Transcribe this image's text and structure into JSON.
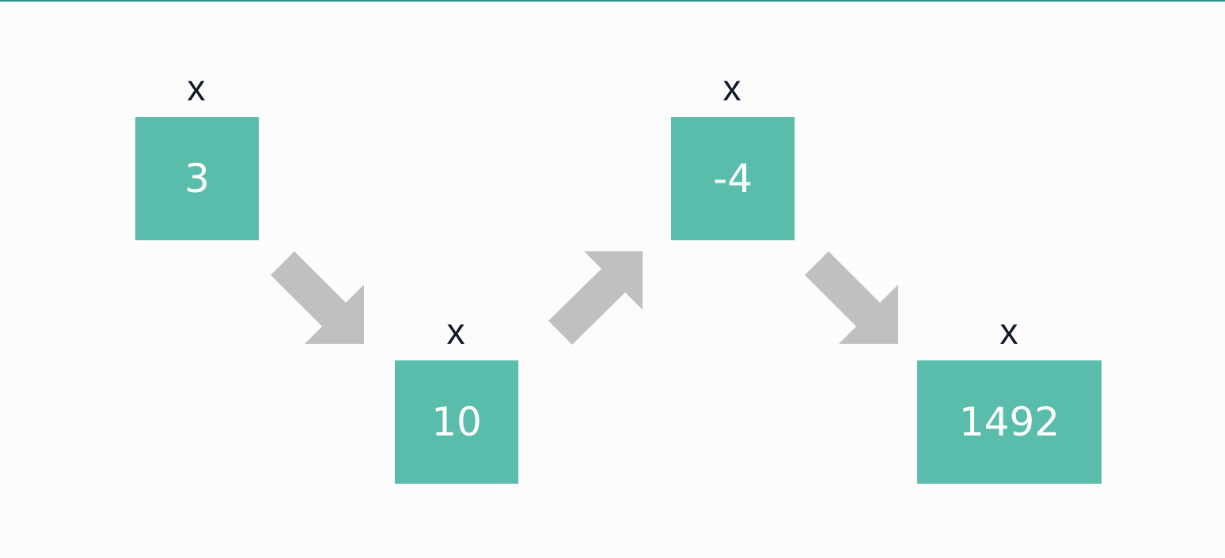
{
  "colors": {
    "box": "#5abdac",
    "box_text": "#ffffff",
    "arrow": "#c0c0c0",
    "label": "#111827",
    "background": "#fcfcfc"
  },
  "steps": [
    {
      "label": "x",
      "value": "3"
    },
    {
      "label": "x",
      "value": "10"
    },
    {
      "label": "x",
      "value": "-4"
    },
    {
      "label": "x",
      "value": "1492"
    }
  ],
  "arrows": [
    {
      "direction": "down-right"
    },
    {
      "direction": "up-right"
    },
    {
      "direction": "down-right"
    }
  ]
}
